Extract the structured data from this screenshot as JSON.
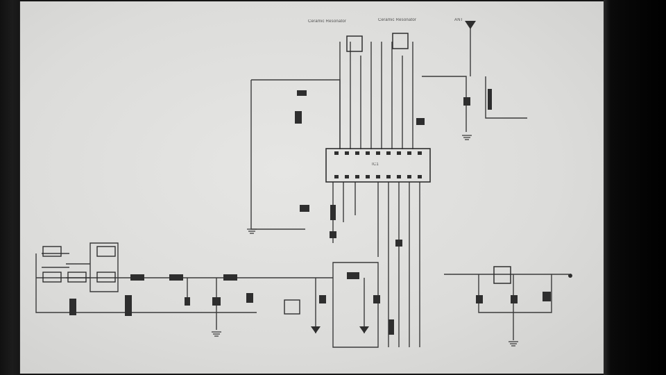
{
  "diagram": {
    "kind": "electronic schematic photographed from a monitor",
    "labels": {
      "top_left_part": "Ceramic Resonator",
      "top_right_part": "Ceramic Resonator",
      "antenna_tag": "ANT",
      "mid_left_note": "",
      "right_note": "",
      "bottom_left_note": "",
      "bottom_right_note": "",
      "ic_main": "IC1"
    }
  },
  "colors": {
    "wire": "#3a3a3a",
    "component": "#2e2e2e",
    "screen": "#e2e2e0"
  }
}
